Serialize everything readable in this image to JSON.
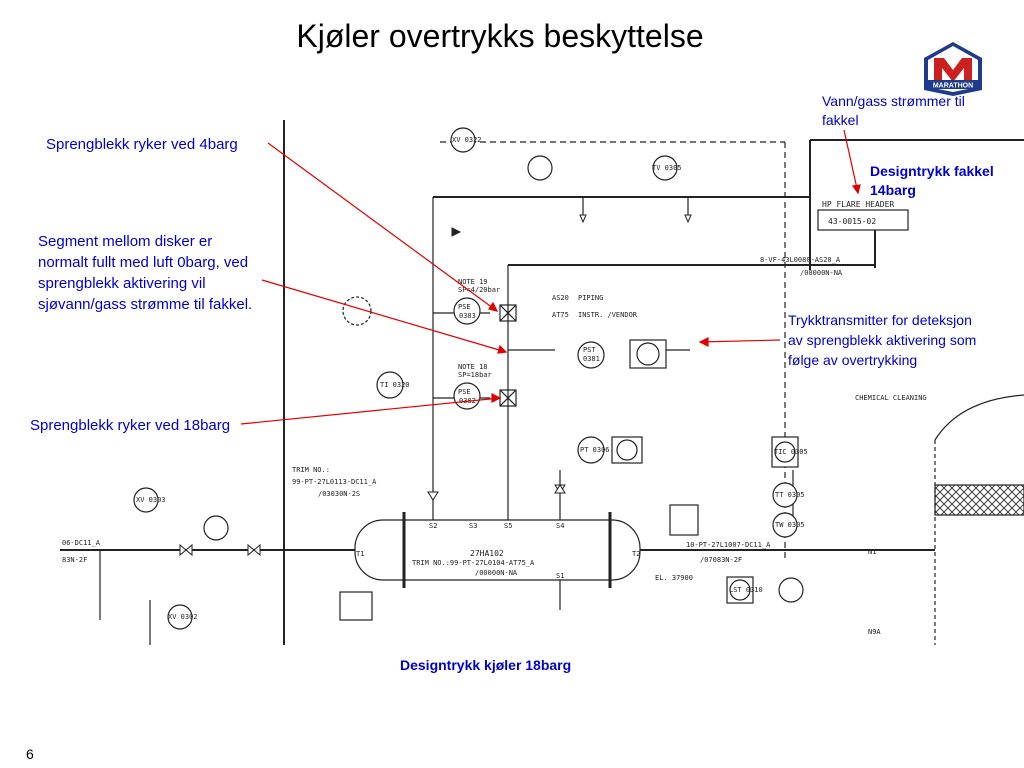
{
  "slide": {
    "title": "Kjøler overtrykks beskyttelse",
    "page_number": "6",
    "logo_text": "MARATHON"
  },
  "annotations": {
    "disk_4barg": "Sprengblekk ryker ved 4barg",
    "segment": "Segment mellom disker er normalt fullt med luft 0barg, ved sprengblekk aktivering vil sjøvann/gass strømme til fakkel.",
    "disk_18barg": "Sprengblekk ryker ved 18barg",
    "flow_to_flare": "Vann/gass strømmer til fakkel",
    "design_flare": "Designtrykk fakkel 14barg",
    "transmitter": "Trykktransmitter for deteksjon av sprengblekk aktivering som følge av overtrykking",
    "design_cooler": "Designtrykk kjøler 18barg"
  },
  "diagram": {
    "hp_flare_header": "HP FLARE HEADER",
    "hp_flare_tag": "43-0015-02",
    "flare_line": "8-VF-43L0080-AS20_A",
    "flare_line_ref": "/00000N-NA",
    "vessel_tag": "27HA102",
    "trim_no_1": "TRIM NO.:",
    "trim_no_1_val": "99-PT-27L0113-DC11_A",
    "trim_no_1_ref": "/03030N-2S",
    "trim_no_2": "TRIM NO.:99-PT-27L0104-AT75_A",
    "trim_no_2_ref": "/00000N-NA",
    "outlet_line": "10-PT-27L1007-DC11_A",
    "outlet_ref": "/07083N-2F",
    "inlet_line": "06-DC11_A",
    "inlet_ref": "83N-2F",
    "elevation": "EL. 37900",
    "pse_upper": "PSE",
    "pse_upper_no": "0383",
    "pse_lower": "PSE",
    "pse_lower_no": "0382",
    "pst": "PST",
    "pst_no": "0381",
    "note_19": "NOTE 19",
    "sp_20": "SP=4/20bar",
    "note_18": "NOTE 18",
    "sp_18": "SP=18bar",
    "piping": "PIPING",
    "instr_vendor": "INSTR. /VENDOR",
    "as20": "AS20",
    "at75": "AT75",
    "chemical_cleaning": "CHEMICAL CLEANING",
    "xv_0322": "XV 0322",
    "tv_0305": "TV 0305",
    "xv_0303": "XV 0303",
    "xv_0302": "XV 0302",
    "ti_0320": "TI 0320",
    "pt_0306": "PT 0306",
    "tt_0305": "TT 0305",
    "tw_0305": "TW 0305",
    "tic_0305": "TIC 0305",
    "lst_0310": "LST 0310",
    "nozzles": [
      "S2",
      "S3",
      "S5",
      "S4",
      "S1",
      "T1",
      "T2",
      "N1",
      "N9A"
    ]
  }
}
